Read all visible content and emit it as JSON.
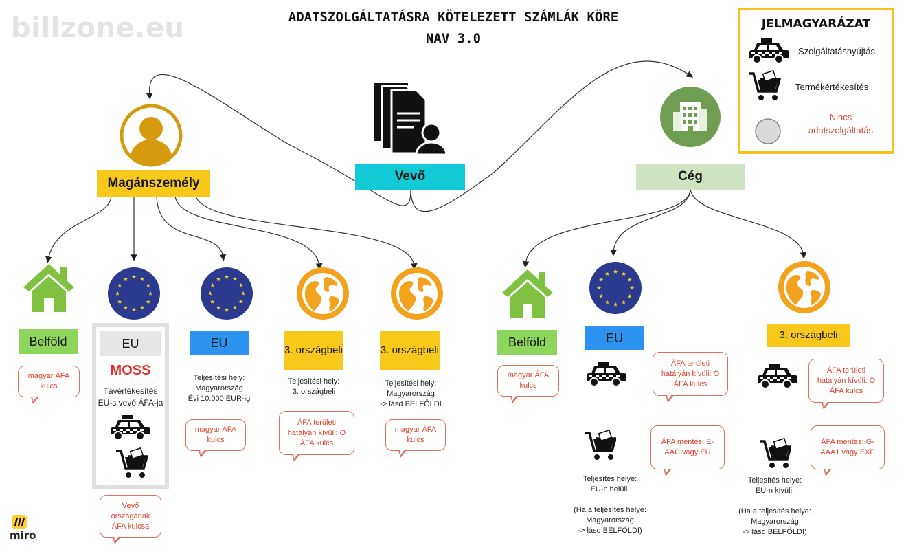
{
  "brand": "billzone.eu",
  "title_line1": "ADATSZOLGÁLTATÁSRA KÖTELEZETT SZÁMLÁK KÖRE",
  "title_line2": "NAV 3.0",
  "colors": {
    "accent_yellow": "#f8c91b",
    "accent_green": "#8cd65e",
    "accent_blue": "#2d93f0",
    "accent_cyan": "#13cbd6",
    "callout_red": "#e2412f",
    "globe_orange": "#f3a21e",
    "eu_blue": "#2b3a8f"
  },
  "nodes": {
    "buyer": {
      "label": "Vevő",
      "icon": "documents-person-icon"
    },
    "private": {
      "label": "Magánszemély",
      "icon": "person-avatar-icon"
    },
    "company": {
      "label": "Cég",
      "icon": "office-building-icon"
    }
  },
  "private_branches": [
    {
      "icon": "house-icon",
      "label": "Belföld",
      "callout": "magyar ÁFA kulcs"
    },
    {
      "icon": "eu-flag-icon",
      "label": "EU",
      "highlight": "MOSS",
      "note": "Távértékesítés EU-s vevő ÁFA-ja",
      "icons": [
        "taxi-icon",
        "shopping-cart-icon"
      ],
      "callout": "Vevő országának ÁFA kulcsa"
    },
    {
      "icon": "eu-flag-icon",
      "label": "EU",
      "note_line1": "Teljesítési hely:",
      "note_line2": "Magyarország",
      "note_line3": "Évi 10.000 EUR-ig",
      "callout": "magyar ÁFA kulcs"
    },
    {
      "icon": "globe-icon",
      "label": "3. országbeli",
      "note_line1": "Teljesítési hely:",
      "note_line2": "3. országbeli",
      "callout": "ÁFA területi hatályán kívüli: O ÁFA kulcs"
    },
    {
      "icon": "globe-icon",
      "label": "3. országbeli",
      "note_line1": "Teljesítési hely:",
      "note_line2": "Magyarország",
      "note_line3": "-> lásd BELFÖLDI",
      "callout": "magyar ÁFA kulcs"
    }
  ],
  "company_branches": [
    {
      "icon": "house-icon",
      "label": "Belföld",
      "callout": "magyar ÁFA kulcs"
    },
    {
      "icon": "eu-flag-icon",
      "label": "EU",
      "service_callout": "ÁFA területi hatályán kívüli: O ÁFA kulcs",
      "goods_callout": "ÁFA mentes: E-AAC vagy EU",
      "note_line1": "Teljesítés helye:",
      "note_line2": "EU-n belüli.",
      "note_line3": "(Ha a teljesítés helye:",
      "note_line4": "Magyarország",
      "note_line5": "-> lásd BELFÖLDI)"
    },
    {
      "icon": "globe-icon",
      "label": "3. országbeli",
      "service_callout": "ÁFA területi hatályán kívüli: O ÁFA kulcs",
      "goods_callout": "ÁFA mentes: G-AAA1 vagy EXP",
      "note_line1": "Teljesítés helye:",
      "note_line2": "EU-n kívüli.",
      "note_line3": "(Ha a teljesítés helye:",
      "note_line4": "Magyarország",
      "note_line5": "-> lásd BELFÖLDI)"
    }
  ],
  "legend": {
    "title": "JELMAGYARÁZAT",
    "items": [
      {
        "icon": "taxi-icon",
        "label": "Szolgáltatásnyújtás"
      },
      {
        "icon": "shopping-cart-icon",
        "label": "Termékértékesítés"
      },
      {
        "icon": "gray-circle-icon",
        "label_line1": "Nincs",
        "label_line2": "adatszolgáltatás"
      }
    ]
  },
  "footer": {
    "logo": "miro"
  }
}
